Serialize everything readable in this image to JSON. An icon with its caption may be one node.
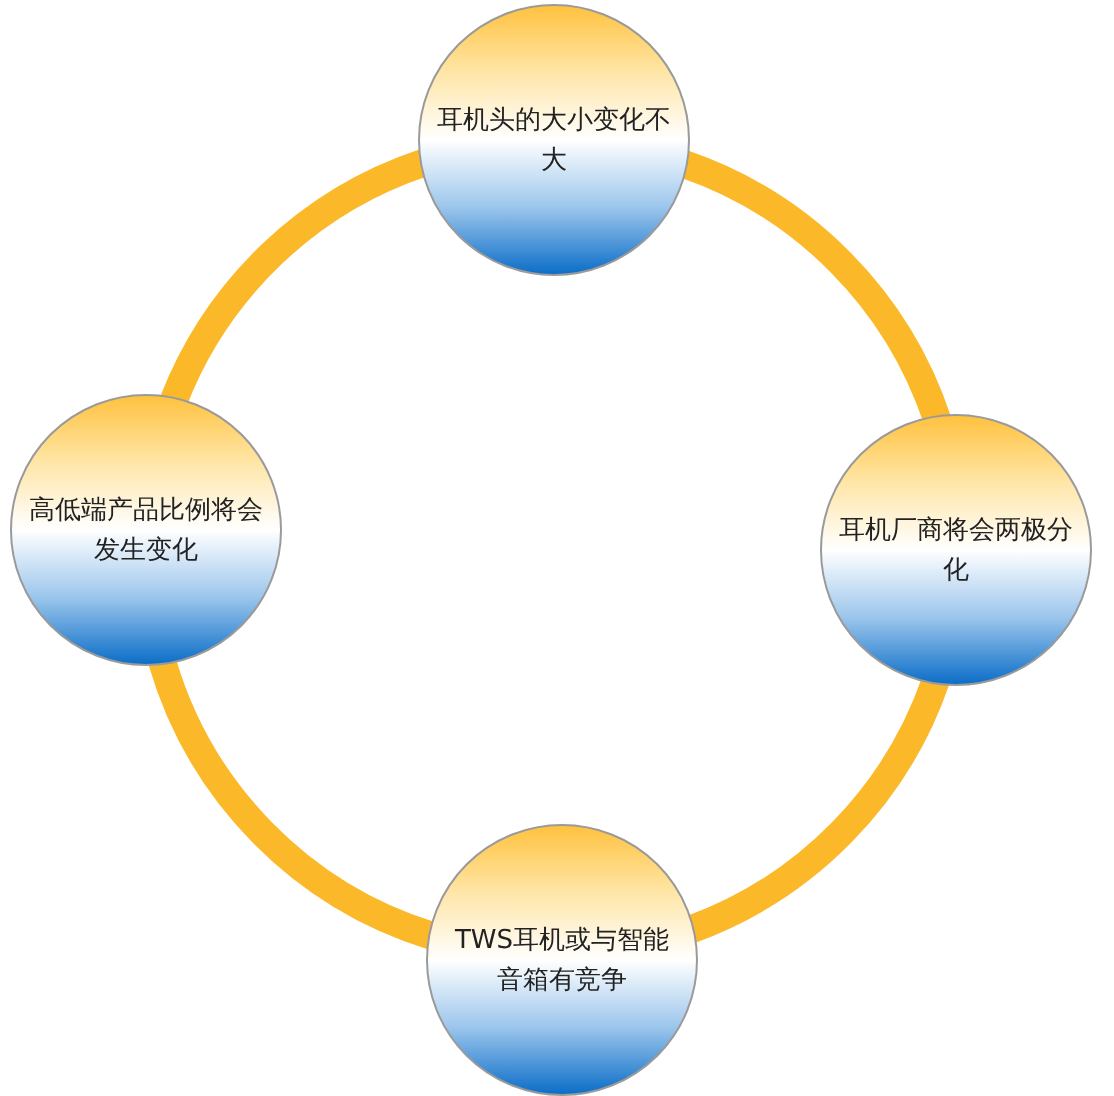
{
  "diagram": {
    "nodes": [
      {
        "text": [
          "耳机头的大小变化不大"
        ]
      },
      {
        "text": [
          "高低端产品比例将会发生变化"
        ]
      },
      {
        "text": [
          "耳机厂商将会两极分化"
        ]
      },
      {
        "text": [
          "TWS耳机或与智能音箱有竞争"
        ]
      }
    ],
    "edges": [
      {
        "from": 0,
        "to": 2,
        "arrow": "none"
      },
      {
        "from": 2,
        "to": 3,
        "arrow": "none"
      },
      {
        "from": 3,
        "to": 1,
        "arrow": "none"
      },
      {
        "from": 1,
        "to": 0,
        "arrow": "none"
      }
    ]
  }
}
